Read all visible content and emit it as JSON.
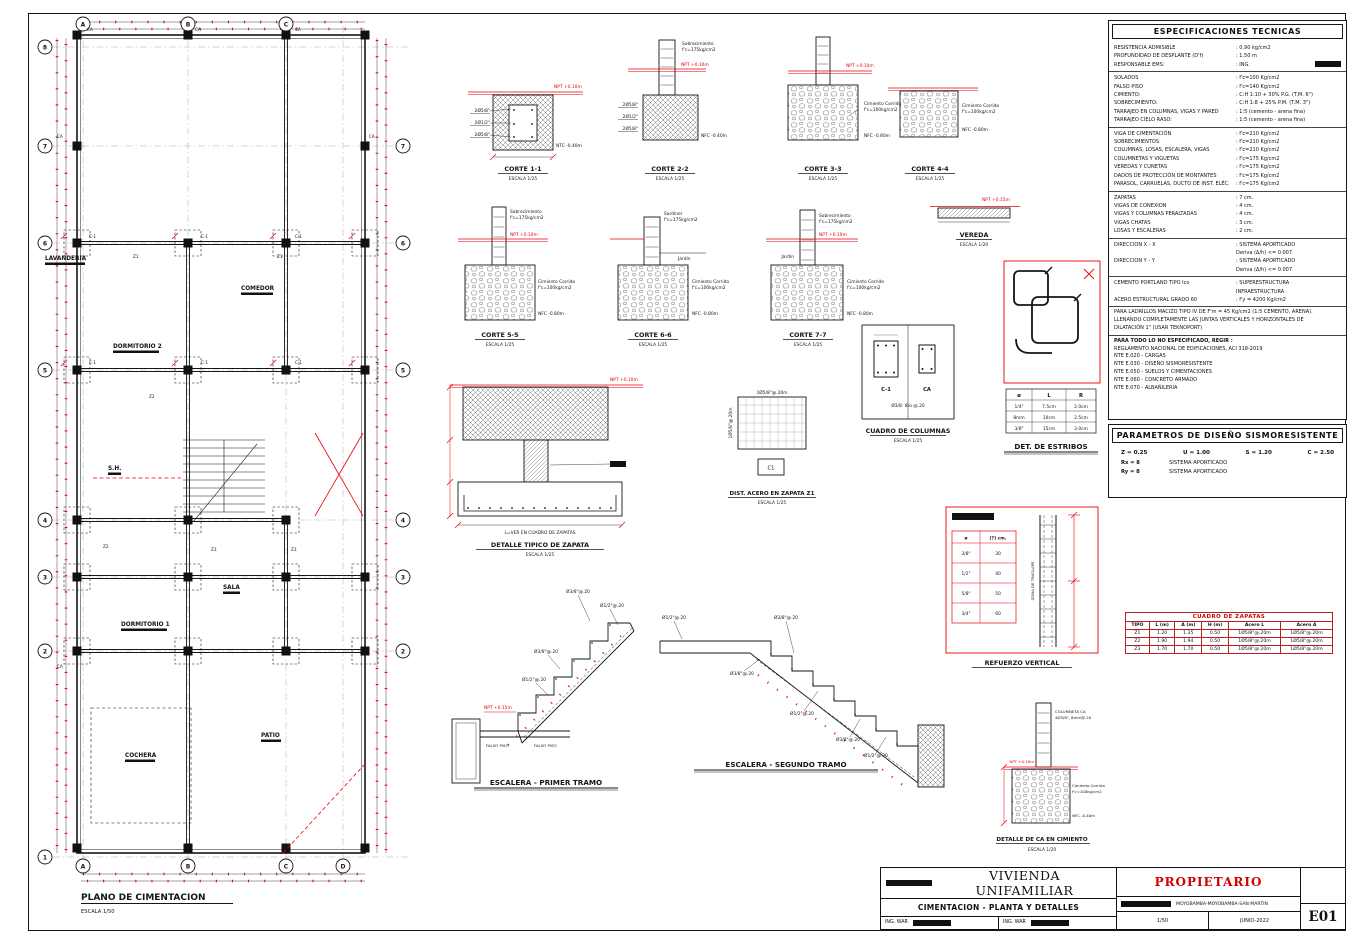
{
  "colors": {
    "ink": "#161616",
    "red": "#e8000a",
    "paper": "#ffffff"
  },
  "plan": {
    "title": "PLANO DE CIMENTACION",
    "scale": "ESCALA 1/50",
    "letters": [
      "A",
      "B",
      "C",
      "D"
    ],
    "numbers": [
      "8",
      "7",
      "6",
      "5",
      "4",
      "3",
      "2",
      "1"
    ],
    "rooms": {
      "lavanderia": "LAVANDERIA",
      "comedor": "COMEDOR",
      "dorm2": "DORMITORIO 2",
      "sh": "S.H.",
      "sala": "SALA",
      "dorm1": "DORMITORIO 1",
      "cochera": "COCHERA",
      "patio": "PATIO"
    },
    "tags": {
      "ca": "CA",
      "c1": "C-1",
      "z1": "Z1",
      "z2": "Z2",
      "z3": "Z3"
    }
  },
  "cortes": {
    "c11": {
      "cap": "CORTE 1-1",
      "esc": "ESCALA 1/25",
      "b1": "2Ø5/8\"",
      "b2": "2Ø1/2\"",
      "b3": "2Ø5/8\"",
      "npt": "NPT +0.10m",
      "ntc": "NTC -0.40m"
    },
    "c22": {
      "cap": "CORTE 2-2",
      "esc": "ESCALA 1/25",
      "b1": "2Ø5/8\"",
      "b2": "2Ø1/2\"",
      "b3": "2Ø5/8\"",
      "sob1": "Sobrecimiento",
      "sob2": "f'c=175kg/cm2",
      "npt": "NPT +0.10m",
      "nfc": "NFC -0.40m"
    },
    "c33": {
      "cap": "CORTE 3-3",
      "esc": "ESCALA 1/25",
      "npt": "NPT +0.10m",
      "cim1": "Cimiento Corrido",
      "cim2": "f'c=100kg/cm2",
      "nfc": "NFC -0.80m"
    },
    "c44": {
      "cap": "CORTE 4-4",
      "esc": "ESCALA 1/25",
      "cim1": "Cimiento Corrido",
      "cim2": "f'c=100kg/cm2",
      "nfc": "NFC -0.80m"
    },
    "c55": {
      "cap": "CORTE 5-5",
      "esc": "ESCALA 1/25",
      "sob1": "Sobrecimiento",
      "sob2": "f'c=175kg/cm2",
      "npt": "NPT +0.10m",
      "cim1": "Cimiento Corrido",
      "cim2": "f'c=100kg/cm2",
      "nfc": "NFC -0.80m"
    },
    "c66": {
      "cap": "CORTE 6-6",
      "esc": "ESCALA 1/25",
      "sar1": "Sardinel",
      "sar2": "f'c=175kg/cm2",
      "jardin": "Jardín",
      "cim1": "Cimiento Corrido",
      "cim2": "f'c=100kg/cm2",
      "nfc": "NFC -0.80m"
    },
    "c77": {
      "cap": "CORTE 7-7",
      "esc": "ESCALA 1/25",
      "sob1": "Sobrecimiento",
      "sob2": "f'c=175kg/cm2",
      "npt": "NPT +0.10m",
      "jardin": "Jardín",
      "cim1": "Cimiento Corrido",
      "cim2": "f'c=100kg/cm2",
      "nfc": "NFC -0.80m"
    },
    "vereda": {
      "cap": "VEREDA",
      "esc": "ESCALA 1/20",
      "npt": "NPT +0.15m"
    }
  },
  "zapata_detail": {
    "cap": "DETALLE TIPICO DE ZAPATA",
    "esc": "ESCALA 1/25",
    "npt": "NPT +0.10m",
    "lnote": "L=VER EN CUADRO DE ZAPATAS"
  },
  "dist_acero": {
    "cap": "DIST. ACERO EN ZAPATA Z1",
    "esc": "ESCALA 1/25",
    "top": "1Ø5/8\"@.20m",
    "left": "1Ø5/8\"@.20m",
    "c1": "C1"
  },
  "columnas": {
    "cap": "CUADRO DE COLUMNAS",
    "esc": "ESCALA 1/25",
    "c1": "C-1",
    "ca": "CA",
    "nota": "Ø3/8: 8to @.20"
  },
  "estribos": {
    "cap": "DET. DE ESTRIBOS",
    "headers": [
      "ø",
      "L",
      "R"
    ],
    "rows": [
      [
        "1/4\"",
        "7.5cm",
        "2.0cm"
      ],
      [
        "8mm",
        "10cm",
        "2.5cm"
      ],
      [
        "3/8\"",
        "15cm",
        "3.0cm"
      ]
    ]
  },
  "refuerzo": {
    "cap": "REFUERZO VERTICAL",
    "h1": "ø",
    "h2": "(?) cm.",
    "rows": [
      [
        "3/8\"",
        "30"
      ],
      [
        "1/2\"",
        "40"
      ],
      [
        "5/8\"",
        "50"
      ],
      [
        "3/4\"",
        "60"
      ]
    ],
    "traslape": "ZONA DE TRASLAPE"
  },
  "escalera1": {
    "cap": "ESCALERA - PRIMER TRAMO",
    "l1": "Ø3/8\"@.20",
    "l2": "Ø1/2\"@.20",
    "l3": "Ø3/8\"@.20",
    "l4": "Ø1/2\"@.20",
    "npt": "NPT +0.15m",
    "falso1": "FALSO PISO",
    "falso2": "FALSO PISO"
  },
  "escalera2": {
    "cap": "ESCALERA - SEGUNDO TRAMO",
    "l1": "Ø1/2\"@.20",
    "l2": "Ø3/8\"@.20",
    "l3": "Ø3/8\"@.20",
    "l4": "Ø1/2\"@.20",
    "l5": "Ø3/8\"@.20",
    "l6": "Ø1/2\"@.20"
  },
  "ca_detail": {
    "cap": "DETALLE DE CA EN CIMIENTO",
    "esc": "ESCALA 1/20",
    "col1": "COLUMNETA CA",
    "col2": "4Ø3/8\", 8mm@.20",
    "npt": "NPT +0.10m",
    "cim1": "Cimiento Corrido",
    "cim2": "f'c=100kg/cm2",
    "nfc": "NFC -0.40m"
  },
  "specs": {
    "title": "ESPECIFICACIONES TECNICAS",
    "lines": [
      {
        "l": "RESISTENCIA ADMISIBLE",
        "v": ": 0.90 kg/cm2"
      },
      {
        "l": "PROFUNDIDAD DE DESPLANTE (D'f)",
        "v": ": 1.50 m"
      },
      {
        "l": "RESPONSABLE EMS:",
        "v": ": ING."
      },
      {
        "l": "SOLADOS",
        "v": ": f'c=100 Kg/cm2"
      },
      {
        "l": "FALSO PISO",
        "v": ": f'c=140 Kg/cm2"
      },
      {
        "l": "CIMIENTO:",
        "v": ": C:H 1:10 + 30% P.G. (T.M. 6\")"
      },
      {
        "l": "SOBRECIMIENTO:",
        "v": ": C:H 1:8 + 25% P.M. (T.M. 3\")"
      },
      {
        "l": "TARRAJEO EN COLUMNAS, VIGAS Y PARED",
        "v": ": 1:5 (cemento - arena fina)"
      },
      {
        "l": "TARRAJEO CIELO RASO:",
        "v": ": 1:5 (cemento - arena fina)"
      },
      {
        "l": "VIGA DE CIMENTACIÓN",
        "v": ": f'c=210 Kg/cm2"
      },
      {
        "l": "SOBRECIMIENTOS",
        "v": ": f'c=210 Kg/cm2"
      },
      {
        "l": "COLUMNAS, LOSAS, ESCALERA, VIGAS",
        "v": ": f'c=210 Kg/cm2"
      },
      {
        "l": "COLUMNETAS Y VIGUETAS",
        "v": ": f'c=175 Kg/cm2"
      },
      {
        "l": "VEREDAS Y CUNETAS",
        "v": ": f'c=175 Kg/cm2"
      },
      {
        "l": "DADOS DE PROTECCIÓN DE MONTANTES",
        "v": ": f'c=175 Kg/cm2"
      },
      {
        "l": "PARASOL, CARRUELAS, DUCTO DE INST. ELÉC.",
        "v": ": f'c=175 Kg/cm2"
      },
      {
        "l": "ZAPATAS",
        "v": ": 7 cm."
      },
      {
        "l": "VIGAS DE CONEXION",
        "v": ": 4 cm."
      },
      {
        "l": "VIGAS Y COLUMNAS PERALTADAS",
        "v": ": 4 cm."
      },
      {
        "l": "VIGAS CHATAS",
        "v": ": 3 cm."
      },
      {
        "l": "LOSAS Y ESCALERAS",
        "v": ": 2 cm."
      },
      {
        "l": "DIRECCION X - X",
        "v": ": SISTEMA APORTICADO"
      },
      {
        "l": "",
        "v": "  Deriva (Δ/h) <= 0.007"
      },
      {
        "l": "DIRECCION Y - Y",
        "v": ": SISTEMA APORTICADO"
      },
      {
        "l": "",
        "v": "  Deriva (Δ/h) <= 0.007"
      },
      {
        "l": "CEMENTO PORTLAND TIPO Ico",
        "v": ": SUPERESTRUCTURA"
      },
      {
        "l": "",
        "v": "  INFRAESTRUCTURA"
      },
      {
        "l": "ACERO ESTRUCTURAL GRADO 60",
        "v": ": f'y = 4200 Kg/cm2"
      }
    ],
    "notes": [
      "PARA LADRILLOS MACIZO TIPO IV DE F'm = 45 Kg/cm2 (1:5 CEMENTO, ARENA).",
      "LLENANDO COMPLETAMENTE LAS JUNTAS VERTICALES Y HORIZONTALES DE",
      "DILATACIÓN 1\" (USAR TEKNOPORT)",
      "PARA TODO LO NO ESPECIFICADO, REGIR :",
      "REGLAMENTO NACIONAL DE EDIFICACIONES, ACI 318-2019",
      "NTE E.020 - CARGAS",
      "NTE E.030 - DISEÑO SISMORESISTENTE",
      "NTE E.050 - SUELOS Y CIMENTACIONES",
      "NTE E.060 - CONCRETO ARMADO",
      "NTE E.070 - ALBAÑILERIA"
    ]
  },
  "params": {
    "title": "PARAMETROS DE DISEÑO SISMORESISTENTE",
    "vals": [
      "Z = 0.25",
      "U = 1.00",
      "S = 1.20",
      "C = 2.50"
    ],
    "rx": "Rx = 8",
    "rxs": "SISTEMA APORTICADO",
    "ry": "Ry = 8",
    "rys": "SISTEMA APORTICADO"
  },
  "zapatas": {
    "title": "CUADRO DE ZAPATAS",
    "headers": [
      "TIPO",
      "L (m)",
      "A (m)",
      "H (m)",
      "Acero L",
      "Acero A"
    ],
    "rows": [
      [
        "Z1",
        "1.20",
        "1.35",
        "0.50",
        "1Ø5/8\"@.20m",
        "1Ø5/8\"@.20m"
      ],
      [
        "Z2",
        "1.90",
        "1.94",
        "0.50",
        "1Ø5/8\"@.20m",
        "1Ø5/8\"@.20m"
      ],
      [
        "Z3",
        "1.70",
        "1.70",
        "0.50",
        "1Ø5/8\"@.20m",
        "1Ø5/8\"@.20m"
      ]
    ]
  },
  "titleblock": {
    "project": "VIVIENDA UNIFAMILIAR",
    "owner": "PROPIETARIO",
    "sheet": "CIMENTACION - PLANTA Y DETALLES",
    "location": "MOYOBAMBA-MOYOBAMBA-SAN MARTIN",
    "eng1": "ING. WAR",
    "eng2": "ING. WAR",
    "scale": "1/50",
    "date": "JUNIO-2022",
    "number": "E01"
  }
}
